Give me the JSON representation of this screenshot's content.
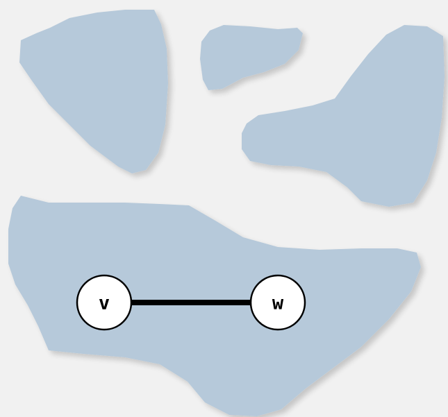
{
  "diagram": {
    "colors": {
      "background": "#f1f1f1",
      "region_fill": "#b6c9da",
      "node_fill": "#ffffff",
      "node_stroke": "#000000",
      "edge": "#000000"
    },
    "regions": [
      {
        "id": "region-top-left"
      },
      {
        "id": "region-top-middle"
      },
      {
        "id": "region-right"
      },
      {
        "id": "region-bottom"
      }
    ],
    "nodes": [
      {
        "id": "v",
        "label": "v"
      },
      {
        "id": "w",
        "label": "w"
      }
    ],
    "edges": [
      {
        "from": "v",
        "to": "w"
      }
    ]
  }
}
